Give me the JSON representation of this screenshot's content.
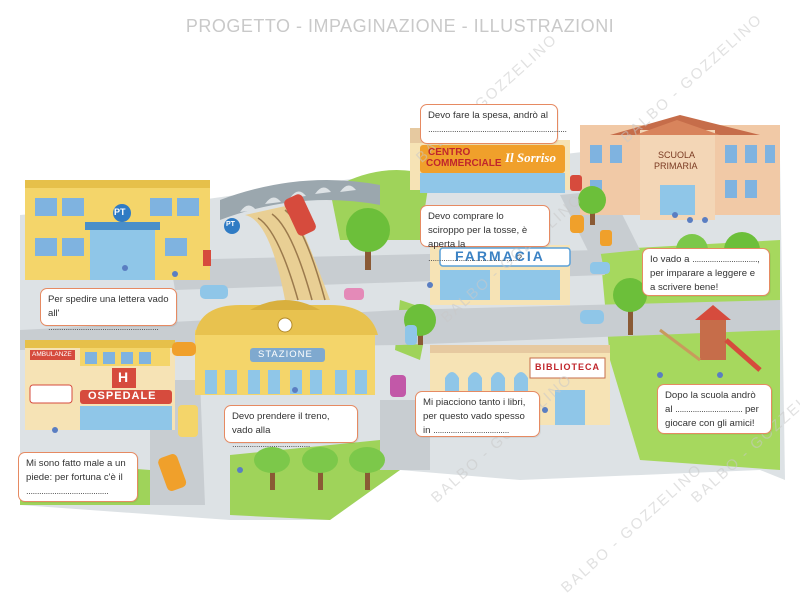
{
  "header": {
    "title": "PROGETTO - IMPAGINAZIONE - ILLUSTRAZIONI"
  },
  "watermark": {
    "text": "BALBO - GOZZELINO"
  },
  "signs": {
    "post_office": "PT",
    "post_office_round": "PT",
    "mall_line1": "CENTRO",
    "mall_line2": "COMMERCIALE",
    "mall_name": "Il Sorriso",
    "school_line1": "SCUOLA",
    "school_line2": "PRIMARIA",
    "pharmacy": "FARMACIA",
    "station": "STAZIONE",
    "library": "BIBLIOTECA",
    "ambulance": "AMBULANZE",
    "hospital": "OSPEDALE",
    "hospital_letter": "H"
  },
  "bubbles": {
    "post": {
      "text": "Per spedire una lettera vado all'",
      "blank": "..................................................."
    },
    "mall": {
      "text": "Devo fare la spesa, andrò al",
      "blank": "................................................................"
    },
    "pharmacy": {
      "text": "Devo comprare lo sciroppo per la tosse, è aperta la",
      "blank": ".........................................?"
    },
    "school": {
      "text1": "Io vado a",
      "blank1": "..............................,",
      "text2": "per imparare a leggere e a scrivere bene!"
    },
    "station": {
      "text": "Devo prendere il treno, vado alla",
      "blank": "...................................."
    },
    "library": {
      "text": "Mi piacciono tanto i libri, per questo vado spesso in",
      "blank": "..................................."
    },
    "park": {
      "text1": "Dopo la scuola andrò al",
      "blank1": "...............................",
      "text2": "per giocare con gli amici!"
    },
    "hospital": {
      "text": "Mi sono fatto male a un piede: per fortuna c'è il",
      "blank": "......................................"
    }
  },
  "colors": {
    "border": "#e68a62",
    "road": "#cfd4d8",
    "grass": "#9fd35a",
    "building_yellow": "#f4d56a",
    "window_blue": "#7fb3e0"
  }
}
